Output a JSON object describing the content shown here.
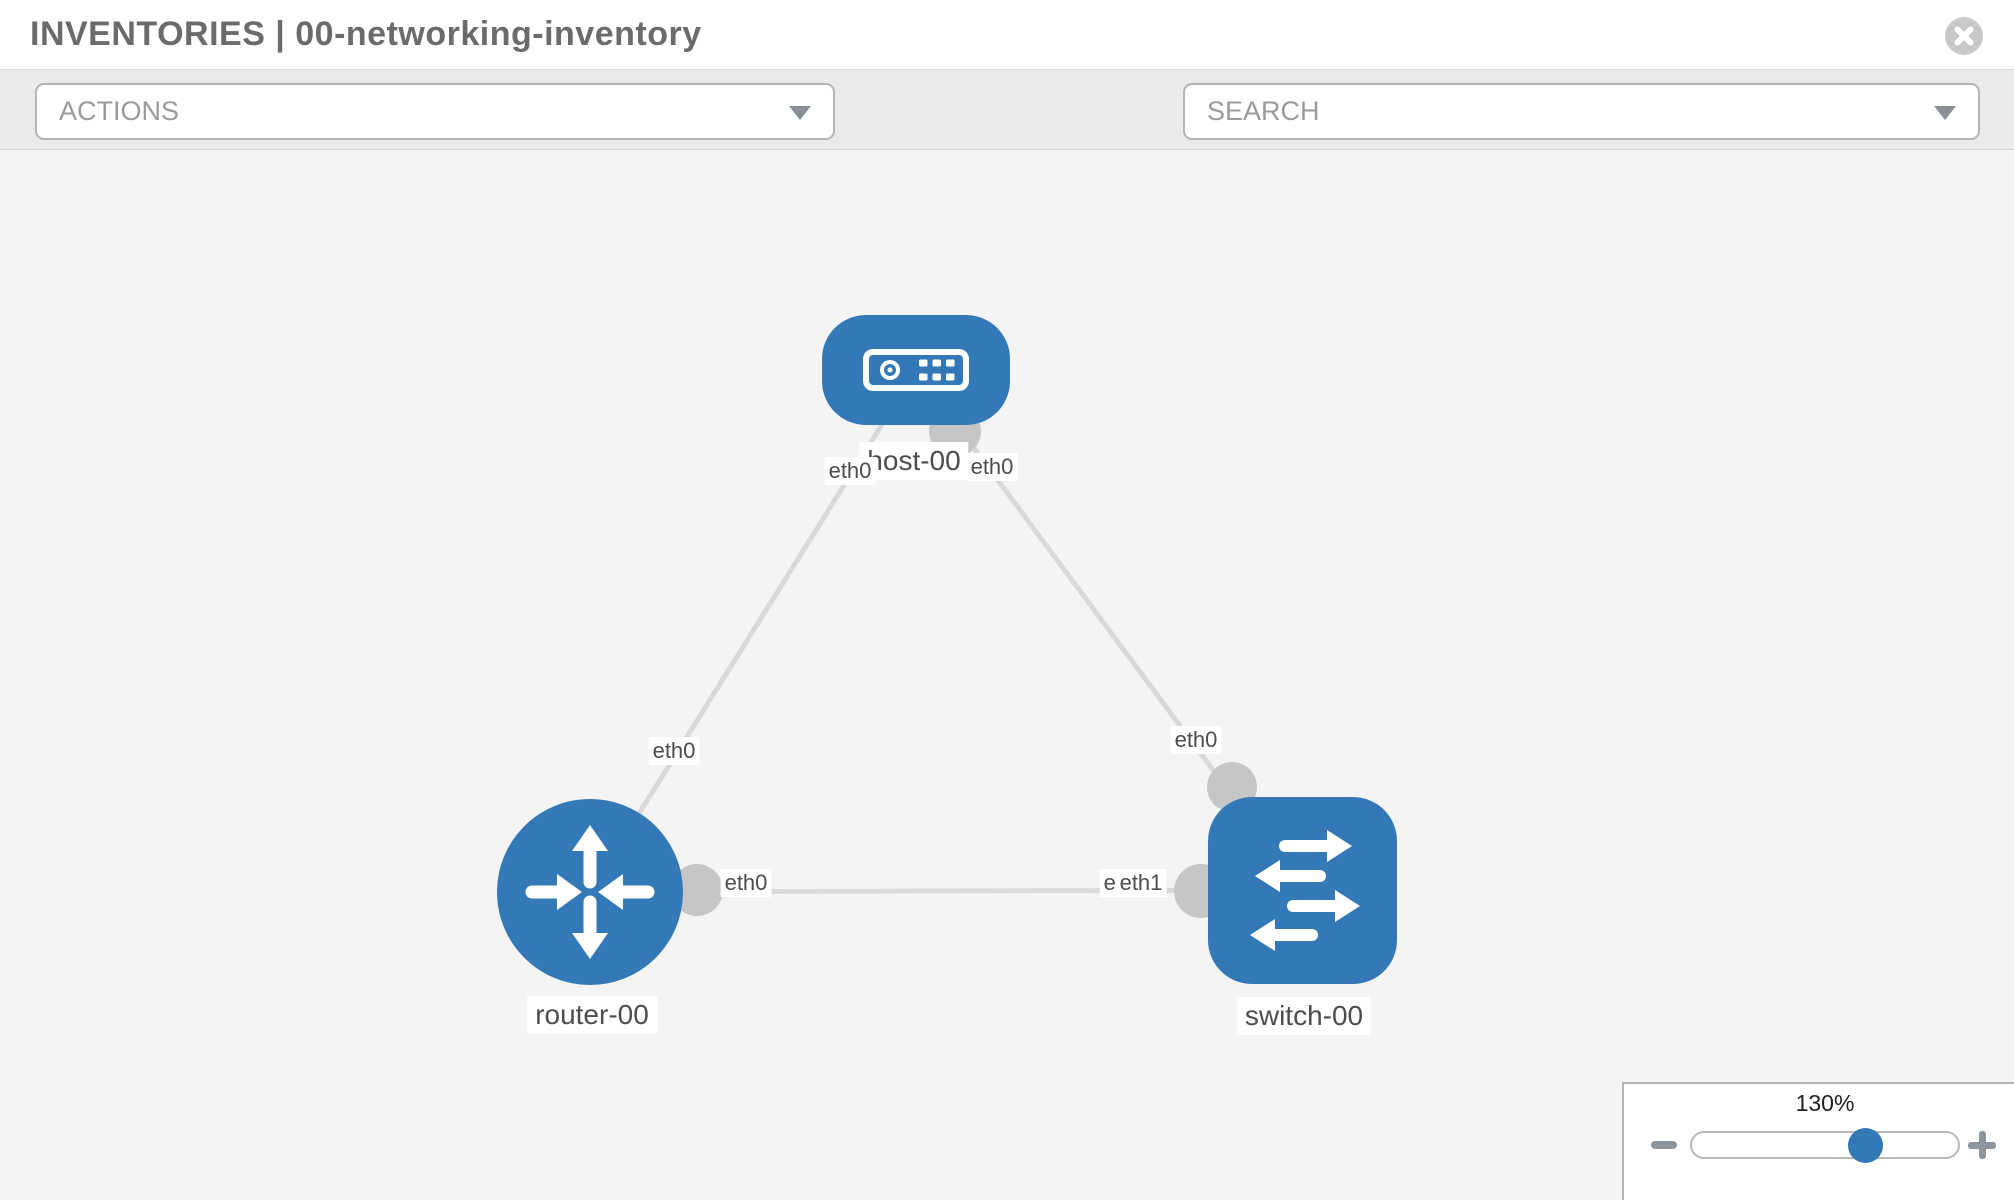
{
  "header": {
    "title": "INVENTORIES | 00-networking-inventory"
  },
  "toolbar": {
    "actions_placeholder": "ACTIONS",
    "search_placeholder": "SEARCH",
    "icons": {
      "wrench": "wrench-icon",
      "key": "key-icon",
      "actions_caret": "caret-down-icon",
      "search_caret": "caret-down-icon",
      "close": "close-circle-icon"
    }
  },
  "topology": {
    "nodes": [
      {
        "label": "host-00",
        "type": "host"
      },
      {
        "label": "router-00",
        "type": "router"
      },
      {
        "label": "switch-00",
        "type": "switch"
      }
    ],
    "links": [
      {
        "from": "host-00",
        "to": "router-00",
        "from_label": "eth0",
        "to_label": "eth0"
      },
      {
        "from": "host-00",
        "to": "switch-00",
        "from_label": "eth0",
        "to_label": "eth0"
      },
      {
        "from": "router-00",
        "to": "switch-00",
        "from_label": "eth0",
        "to_label": "eth1",
        "to_label_underneath": "eth0"
      }
    ]
  },
  "zoom_control": {
    "level": "130%",
    "icons": {
      "minus": "minus-icon",
      "plus": "plus-icon"
    }
  },
  "colors": {
    "node_blue": "#3379b7",
    "link_gray": "#d9d9d9",
    "port_gray": "#c6c6c6",
    "slider_knob_blue": "#3379b7"
  }
}
